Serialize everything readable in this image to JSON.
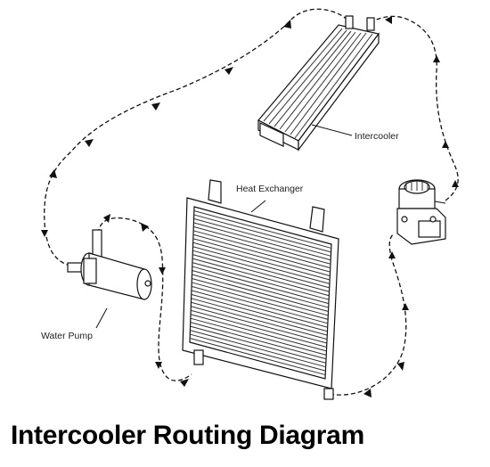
{
  "components": {
    "intercooler_label": "Intercooler",
    "heat_exchanger_label": "Heat Exchanger",
    "water_pump_label": "Water Pump"
  },
  "title": "Intercooler Routing Diagram",
  "colors": {
    "line": "#111111",
    "background": "#ffffff"
  }
}
